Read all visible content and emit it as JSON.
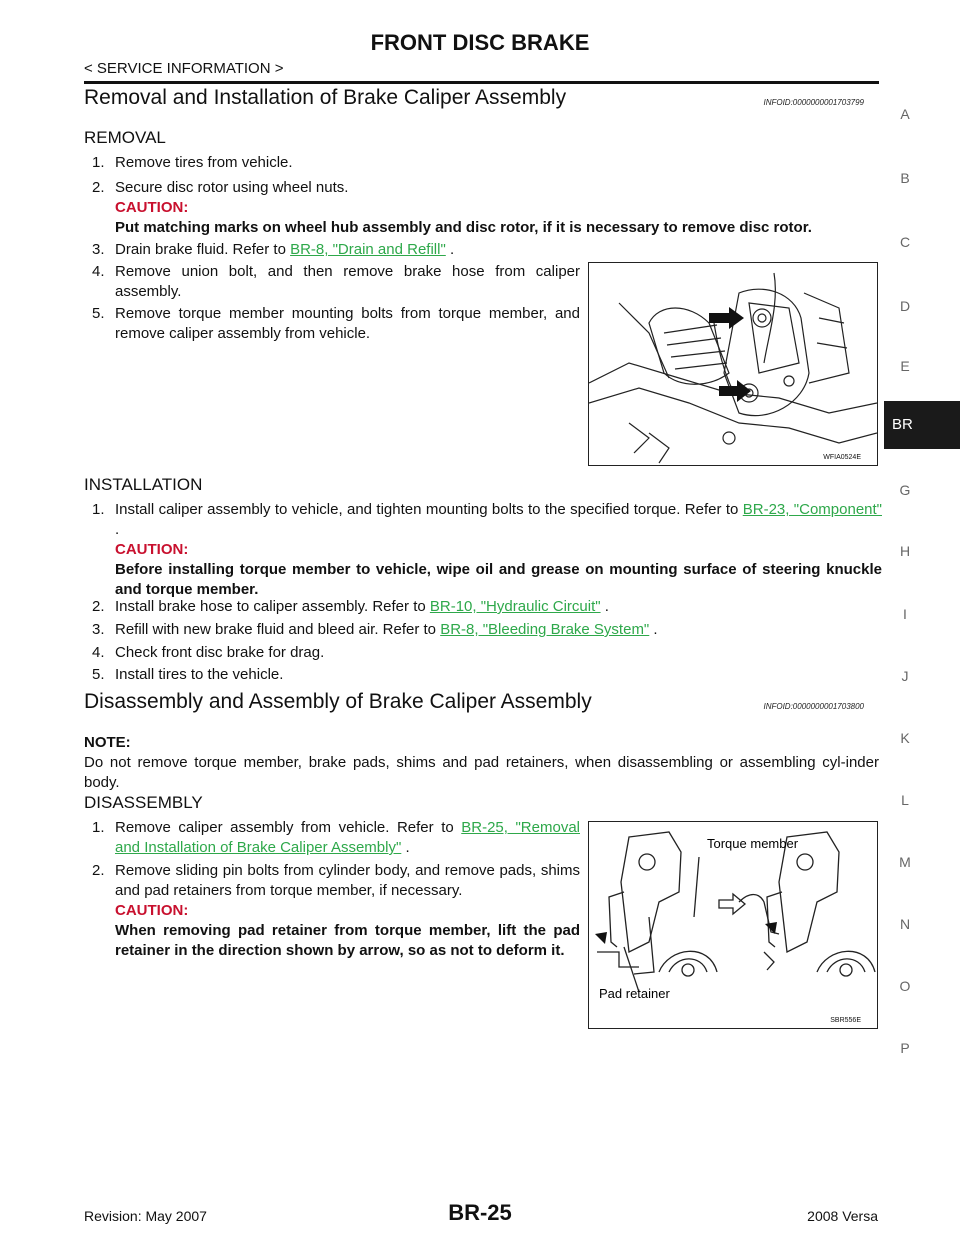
{
  "header": {
    "title": "FRONT DISC BRAKE",
    "breadcrumb": "< SERVICE INFORMATION >"
  },
  "side_index": {
    "letters": [
      "A",
      "B",
      "C",
      "D",
      "E",
      "G",
      "H",
      "I",
      "J",
      "K",
      "L",
      "M",
      "N",
      "O",
      "P"
    ],
    "active_tab": "BR"
  },
  "section1": {
    "title": "Removal and Installation of Brake Caliper Assembly",
    "infoid": "INFOID:0000000001703799",
    "removal_heading": "REMOVAL",
    "removal_steps": [
      {
        "num": "1.",
        "text": "Remove tires from vehicle."
      },
      {
        "num": "2.",
        "text": "Secure disc rotor using wheel nuts.",
        "caution_label": "CAUTION:",
        "caution": "Put matching marks on wheel hub assembly and disc rotor, if it is necessary to remove disc rotor."
      },
      {
        "num": "3.",
        "text": "Drain brake fluid. Refer to ",
        "link": "BR-8, \"Drain and Refill\"",
        "after": " ."
      },
      {
        "num": "4.",
        "text": "Remove union bolt, and then remove brake hose from caliper assembly."
      },
      {
        "num": "5.",
        "text": "Remove torque member mounting bolts from torque member, and remove caliper assembly from vehicle."
      }
    ],
    "figure1_label": "WFIA0524E",
    "installation_heading": "INSTALLATION",
    "installation_steps": [
      {
        "num": "1.",
        "text": "Install caliper assembly to vehicle, and tighten mounting bolts to the specified torque. Refer to ",
        "link": "BR-23, \"Component\"",
        "after": " .",
        "caution_label": "CAUTION:",
        "caution": "Before installing torque member to vehicle, wipe oil and grease on mounting surface of steering knuckle and torque member."
      },
      {
        "num": "2.",
        "text": "Install brake hose to caliper assembly. Refer to ",
        "link": "BR-10, \"Hydraulic Circuit\"",
        "after": " ."
      },
      {
        "num": "3.",
        "text": "Refill with new brake fluid and bleed air. Refer to ",
        "link": "BR-8, \"Bleeding Brake System\"",
        "after": " ."
      },
      {
        "num": "4.",
        "text": "Check front disc brake for drag."
      },
      {
        "num": "5.",
        "text": "Install tires to the vehicle."
      }
    ]
  },
  "section2": {
    "title": "Disassembly and Assembly of Brake Caliper Assembly",
    "infoid": "INFOID:0000000001703800",
    "note_label": "NOTE:",
    "note": "Do not remove torque member, brake pads, shims and pad retainers, when disassembling or assembling cyl-inder body.",
    "disassembly_heading": "DISASSEMBLY",
    "steps": [
      {
        "num": "1.",
        "text": "Remove caliper assembly from vehicle. Refer to ",
        "link": "BR-25, \"Removal and Installation of Brake Caliper Assembly\"",
        "after": " ."
      },
      {
        "num": "2.",
        "text": "Remove sliding pin bolts from cylinder body, and remove pads, shims and pad retainers from torque member, if necessary.",
        "caution_label": "CAUTION:",
        "caution": "When removing pad retainer from torque member, lift the pad retainer in the direction shown by arrow, so as not to deform it."
      }
    ],
    "figure2": {
      "label_torque": "Torque member",
      "label_pad": "Pad retainer",
      "code": "SBR556E"
    }
  },
  "footer": {
    "revision": "Revision: May 2007",
    "page": "BR-25",
    "model": "2008 Versa"
  }
}
